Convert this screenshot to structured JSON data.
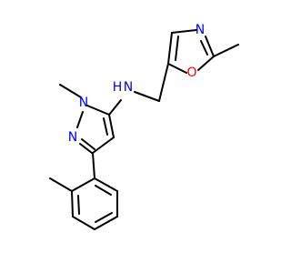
{
  "colors": {
    "bond": "#000000",
    "nitrogen": "#0000ff",
    "oxygen": "#ff0000",
    "background": "#ffffff"
  },
  "atoms": [
    {
      "id": "nh",
      "label": "N",
      "h_label": "H",
      "element": "N"
    },
    {
      "id": "n1",
      "label": "N",
      "element": "N"
    },
    {
      "id": "n2",
      "label": "N",
      "element": "N"
    },
    {
      "id": "nox",
      "label": "N",
      "element": "N"
    },
    {
      "id": "oox",
      "label": "O",
      "element": "O"
    }
  ]
}
